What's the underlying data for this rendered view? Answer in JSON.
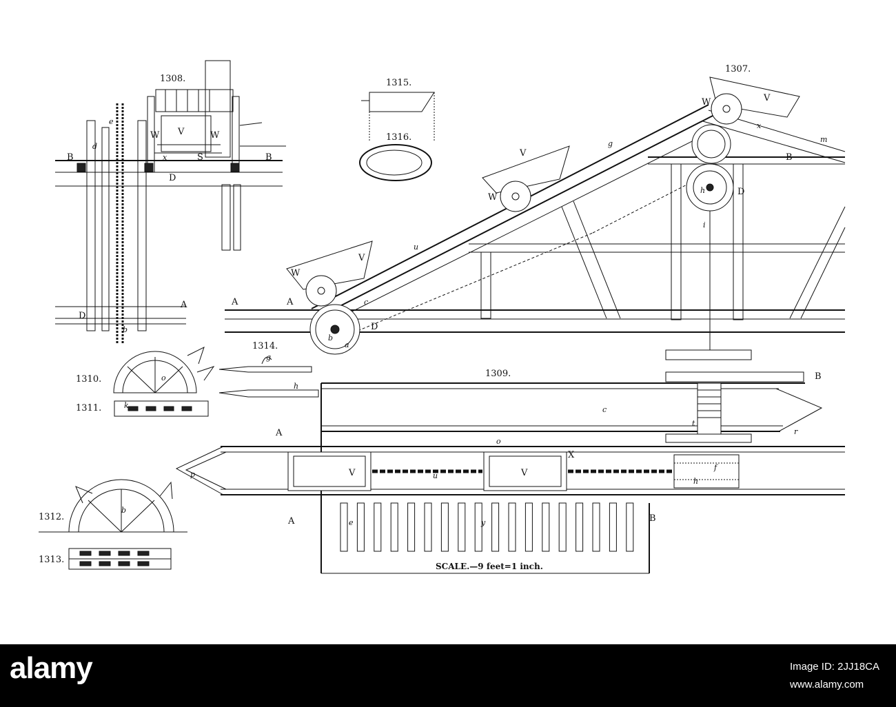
{
  "figures": {
    "f1307": "1307.",
    "f1308": "1308.",
    "f1309": "1309.",
    "f1310": "1310.",
    "f1311": "1311.",
    "f1312": "1312.",
    "f1313": "1313.",
    "f1314": "1314.",
    "f1315": "1315.",
    "f1316": "1316."
  },
  "letters": {
    "A": "A",
    "B": "B",
    "D": "D",
    "V": "V",
    "W": "W",
    "S": "S",
    "x": "x",
    "a": "a",
    "b": "b",
    "c": "c",
    "d": "d",
    "e": "e",
    "f": "f",
    "g": "g",
    "h": "h",
    "i": "i",
    "k": "k",
    "m": "m",
    "o": "o",
    "p": "p",
    "r": "r",
    "t": "t",
    "u": "u",
    "y": "y",
    "X": "X"
  },
  "caption": "SCALE.—9 feet=1 inch.",
  "footer": {
    "brand": "alamy",
    "image_id_line": "Image ID: 2JJ18CA",
    "site": "www.alamy.com"
  }
}
